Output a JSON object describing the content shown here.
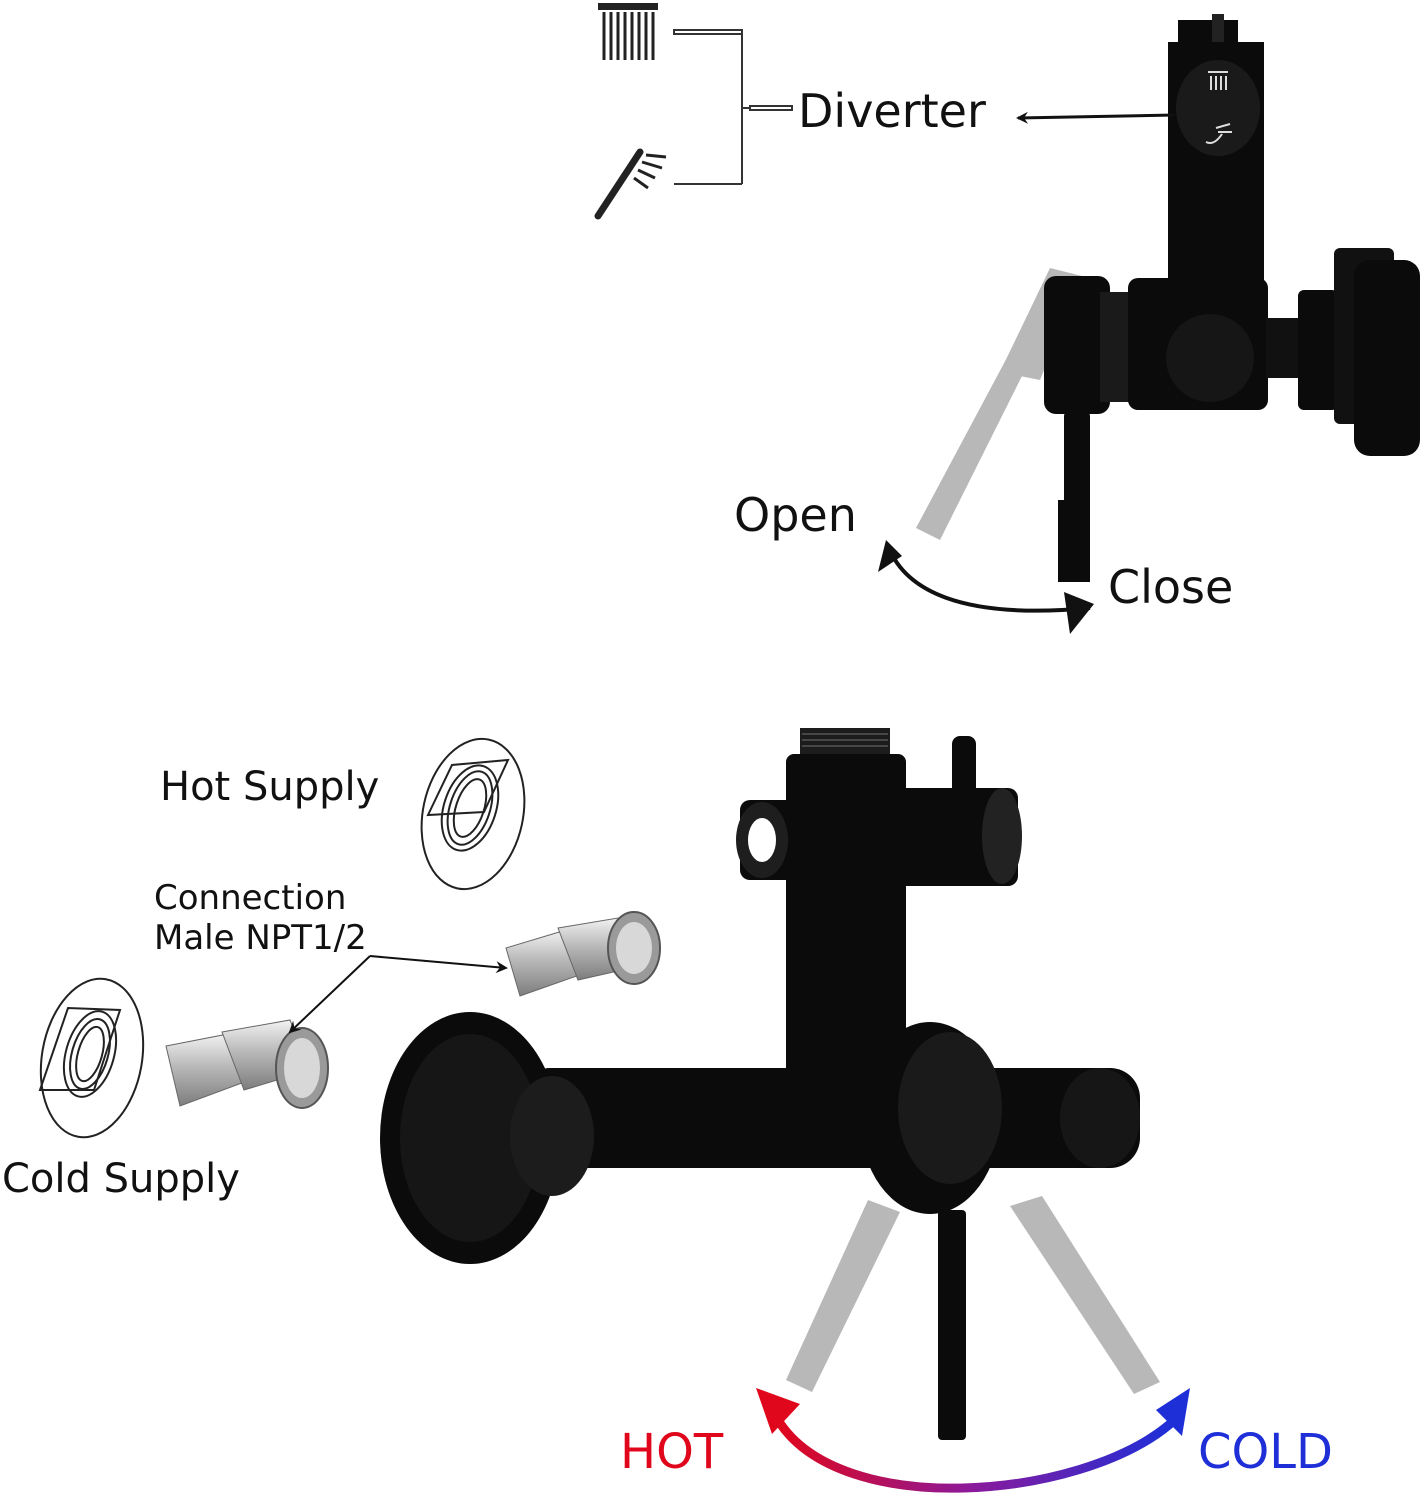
{
  "labels": {
    "diverter": "Diverter",
    "open": "Open",
    "close": "Close",
    "hot_supply": "Hot Supply",
    "connection_line1": "Connection",
    "connection_line2": "Male NPT1/2",
    "cold_supply": "Cold Supply",
    "hot": "HOT",
    "cold": "COLD"
  },
  "colors": {
    "hot": "#e0061b",
    "cold": "#1e2fd8",
    "faucet_body": "#0b0b0b",
    "ghost_lever": "#b8b8b8",
    "fitting_metal": "#c9c9c9"
  },
  "icons": [
    "rain-showerhead-icon",
    "handheld-shower-icon",
    "diverter-rain-icon",
    "diverter-hand-icon"
  ]
}
